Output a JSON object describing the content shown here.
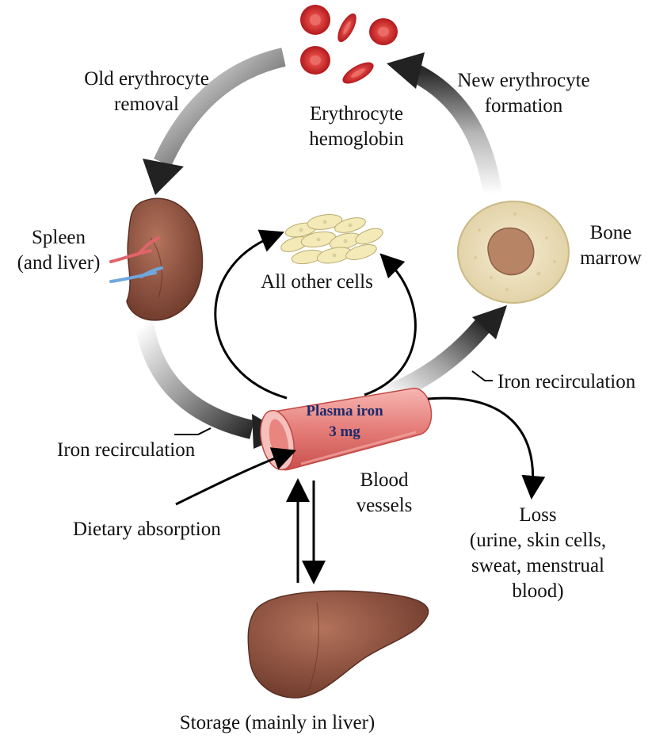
{
  "labels": {
    "old_removal": "Old erythrocyte\nremoval",
    "new_formation": "New erythrocyte\nformation",
    "erythrocyte": "Erythrocyte\nhemoglobin",
    "spleen": "Spleen\n(and liver)",
    "bone_marrow": "Bone\nmarrow",
    "all_cells": "All other cells",
    "plasma": "Plasma iron\n3 mg",
    "recirc_right": "Iron recirculation",
    "recirc_left": "Iron recirculation",
    "blood_vessels": "Blood\nvessels",
    "dietary": "Dietary absorption",
    "loss": "Loss\n(urine, skin cells,\nsweat, menstrual\nblood)",
    "storage": "Storage (mainly in liver)"
  },
  "colors": {
    "rbc": "#d6262b",
    "vessel": "#e88a87",
    "organ": "#8b4f3c",
    "marrow": "#f1e6c8",
    "cells": "#f3eab8",
    "plasma_text": "#1b2a6b"
  }
}
